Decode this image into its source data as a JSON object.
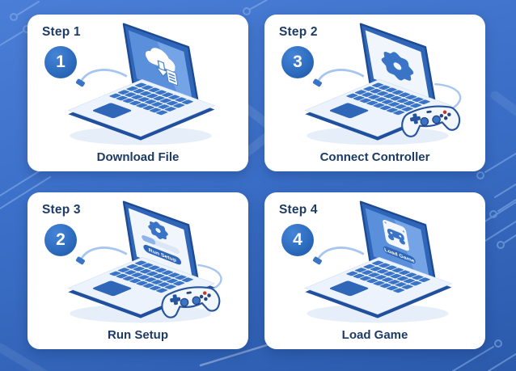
{
  "cards": [
    {
      "step_label": "Step 1",
      "badge_number": "1",
      "caption": "Download File",
      "illustration": "laptop-cloud-download"
    },
    {
      "step_label": "Step 2",
      "badge_number": "3",
      "caption": "Connect Controller",
      "illustration": "laptop-gear-controller"
    },
    {
      "step_label": "Step 3",
      "badge_number": "2",
      "caption": "Run Setup",
      "screen_button_label": "Run Setup",
      "illustration": "laptop-setup-progress-controller"
    },
    {
      "step_label": "Step 4",
      "badge_number": "4",
      "caption": "Load Game",
      "screen_button_label": "Load Game",
      "illustration": "laptop-game-tile"
    }
  ],
  "colors": {
    "background_top": "#4b7ed6",
    "background_bottom": "#2b5aab",
    "card": "#ffffff",
    "navy_text": "#1c3b66",
    "badge_blue": "#2d6cbe",
    "accent_blue": "#2f66b8",
    "screen_blue": "#5a8fdb",
    "key_blue": "#3a74c6",
    "panel_white": "#f1f6fd",
    "trace_blue": "#8bb3ea",
    "red_button": "#c0392b"
  }
}
